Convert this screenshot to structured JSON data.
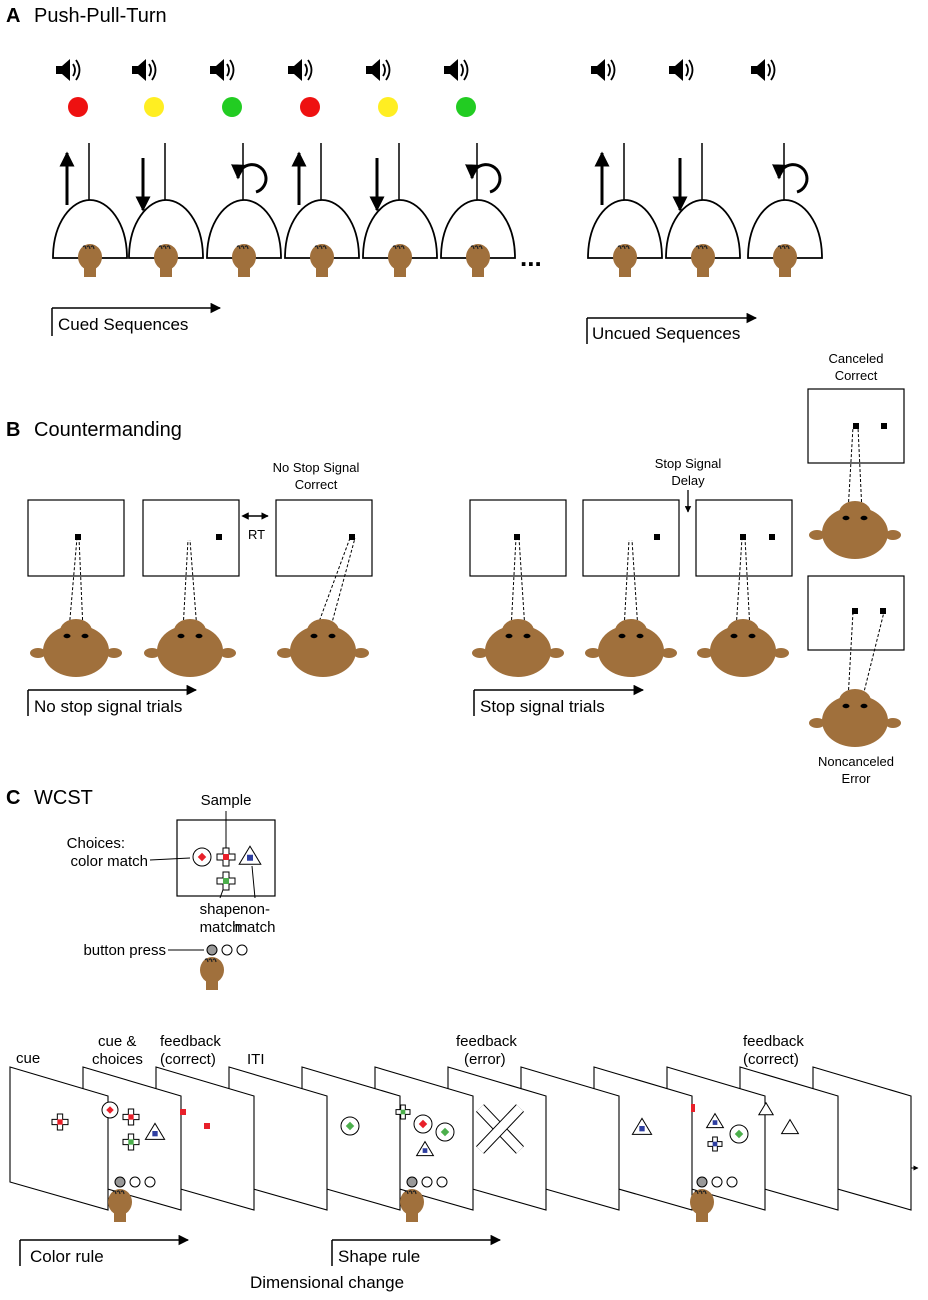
{
  "panelA": {
    "letter": "A",
    "title": "Push-Pull-Turn",
    "ellipsis": "...",
    "cued_label": "Cued Sequences",
    "uncued_label": "Uncued Sequences",
    "cued_trials": [
      {
        "light": "#ee1111",
        "arrow": "up"
      },
      {
        "light": "#ffee22",
        "arrow": "down"
      },
      {
        "light": "#22cc22",
        "arrow": "turn"
      },
      {
        "light": "#ee1111",
        "arrow": "up"
      },
      {
        "light": "#ffee22",
        "arrow": "down"
      },
      {
        "light": "#22cc22",
        "arrow": "turn"
      }
    ],
    "uncued_trials": [
      {
        "arrow": "up"
      },
      {
        "arrow": "down"
      },
      {
        "arrow": "turn"
      }
    ]
  },
  "panelB": {
    "letter": "B",
    "title": "Countermanding",
    "rt_label": "RT",
    "no_stop_correct": [
      "No Stop Signal",
      "Correct"
    ],
    "ssd_label": [
      "Stop Signal",
      "Delay"
    ],
    "canceled": [
      "Canceled",
      "Correct"
    ],
    "noncanceled": [
      "Noncanceled",
      "Error"
    ],
    "no_stop_trials_label": "No stop signal trials",
    "stop_trials_label": "Stop signal trials"
  },
  "panelC": {
    "letter": "C",
    "title": "WCST",
    "sample_label": "Sample",
    "choices_label": [
      "Choices:",
      "color match"
    ],
    "shape_match_label": [
      "shape",
      "match"
    ],
    "nonmatch_label": [
      "non-",
      "match"
    ],
    "button_press_label": "button press",
    "sequence_labels": {
      "cue": "cue",
      "cue_choices": [
        "cue &",
        "choices"
      ],
      "feedback_correct_1": [
        "feedback",
        "(correct)"
      ],
      "iti": "ITI",
      "feedback_error": [
        "feedback",
        "(error)"
      ],
      "feedback_correct_2": [
        "feedback",
        "(correct)"
      ]
    },
    "color_rule_label": "Color rule",
    "shape_rule_label": "Shape rule",
    "dimensional_change_label": "Dimensional change",
    "colors": {
      "red": "#e8202a",
      "green": "#4caf4c",
      "blue": "#2e3ea0",
      "skin": "#a0703c"
    }
  }
}
